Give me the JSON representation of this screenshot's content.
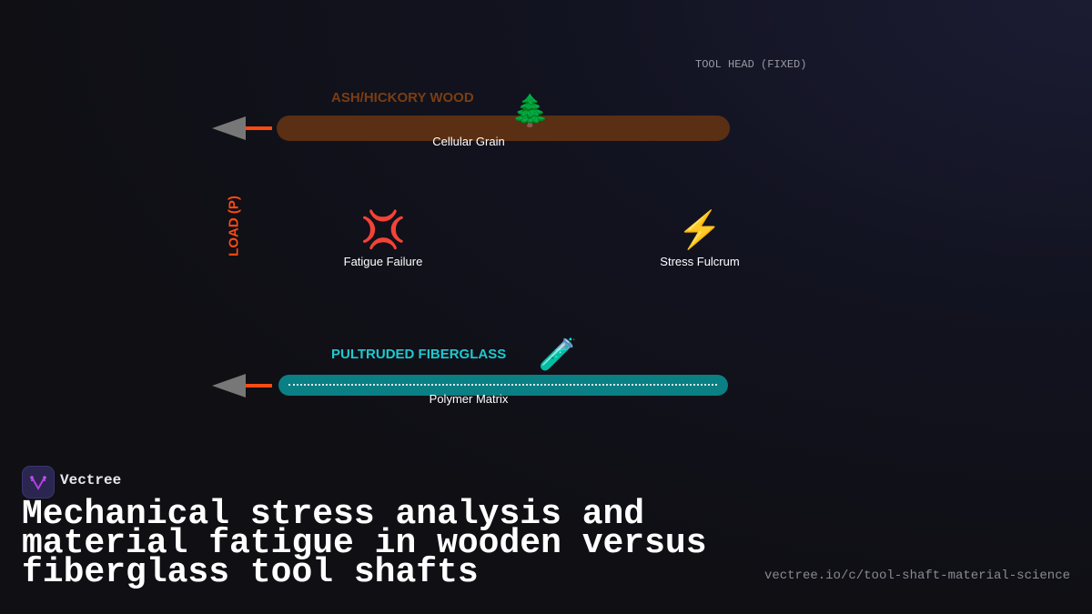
{
  "diagram": {
    "tool_head_label": "TOOL HEAD (FIXED)",
    "load_label": "LOAD (P)",
    "wood": {
      "title": "ASH/HICKORY WOOD",
      "caption": "Cellular Grain",
      "icon": "evergreen-tree-icon",
      "glyph": "🌲",
      "color": "#5a2f14"
    },
    "fiberglass": {
      "title": "PULTRUDED FIBERGLASS",
      "caption": "Polymer Matrix",
      "icon": "test-tube-icon",
      "glyph": "🧪",
      "color": "#0a7f84"
    },
    "fatigue": {
      "caption": "Fatigue Failure",
      "icon": "anger-symbol-icon",
      "glyph": "💢"
    },
    "fulcrum": {
      "caption": "Stress Fulcrum",
      "icon": "lightning-icon",
      "glyph": "⚡"
    },
    "accent": "#ff4a12"
  },
  "footer": {
    "brand": "Vectree",
    "title": "Mechanical stress analysis and material fatigue in wooden versus fiberglass tool shafts",
    "url": "vectree.io/c/tool-shaft-material-science"
  }
}
